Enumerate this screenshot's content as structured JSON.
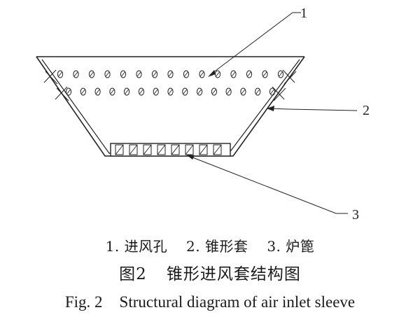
{
  "diagram": {
    "callouts": [
      {
        "id": "1",
        "label": "1"
      },
      {
        "id": "2",
        "label": "2"
      },
      {
        "id": "3",
        "label": "3"
      }
    ],
    "holes": {
      "rows": 2,
      "per_row": 15
    },
    "grate_cells": 8
  },
  "legend": {
    "items": [
      {
        "number": "1.",
        "name": "进风孔"
      },
      {
        "number": "2.",
        "name": "锥形套"
      },
      {
        "number": "3.",
        "name": "炉篦"
      }
    ]
  },
  "caption_cn": {
    "fig": "图2",
    "title": "锥形进风套结构图"
  },
  "caption_en": {
    "fig": "Fig. 2",
    "title": "Structural diagram of air inlet sleeve"
  }
}
